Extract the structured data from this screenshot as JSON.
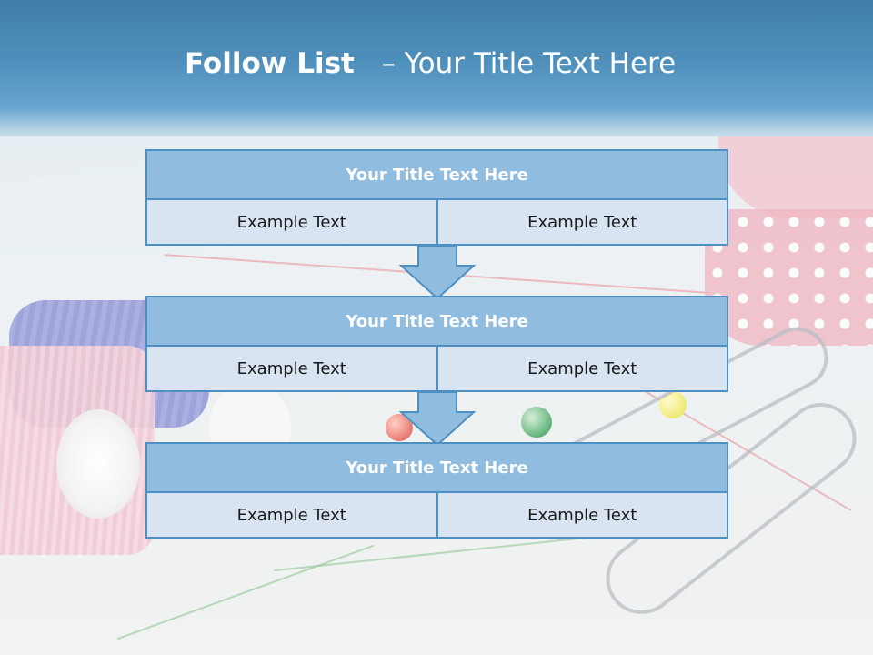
{
  "slide": {
    "title_bold": "Follow List",
    "title_rest": "– Your Title Text Here"
  },
  "steps": [
    {
      "title": "Your Title Text Here",
      "left": "Example Text",
      "right": "Example Text"
    },
    {
      "title": "Your Title Text Here",
      "left": "Example Text",
      "right": "Example Text"
    },
    {
      "title": "Your Title Text Here",
      "left": "Example Text",
      "right": "Example Text"
    }
  ],
  "colors": {
    "header_band": "#4f8fbb",
    "block_title_fill": "#8fbcdf",
    "block_border": "#4f90c3",
    "cell_fill": "#d8e4f1",
    "arrow_fill": "#8fbcdf"
  }
}
